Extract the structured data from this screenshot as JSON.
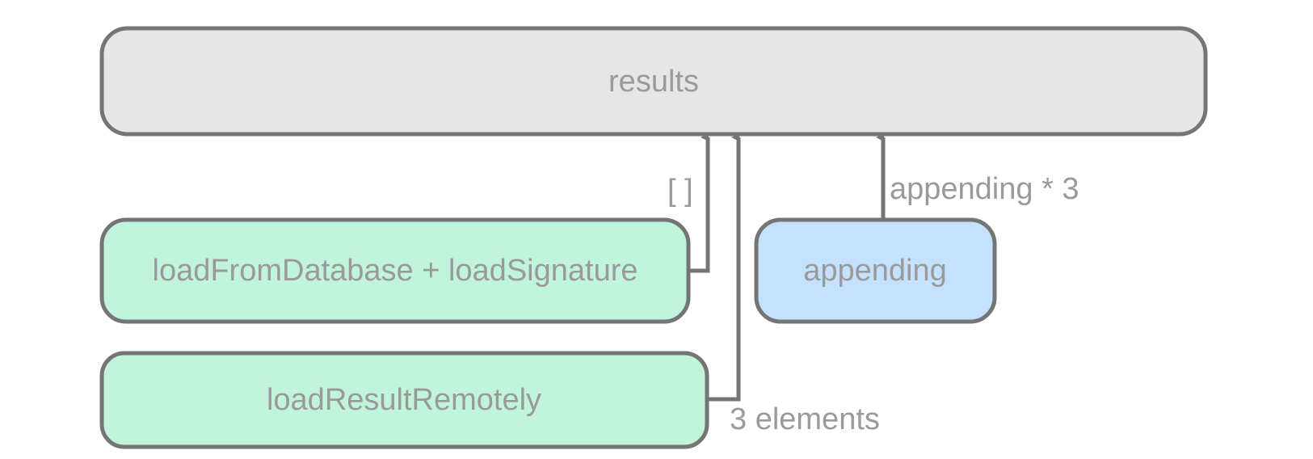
{
  "colors": {
    "stroke": "#757575",
    "text": "#9a9a9a",
    "results_fill": "#e6e6e6",
    "load_fill": "#c0f5dc",
    "append_fill": "#c4e1ff"
  },
  "nodes": {
    "results": {
      "label": "results"
    },
    "load_from_database": {
      "label": "loadFromDatabase + loadSignature"
    },
    "load_result_remotely": {
      "label": "loadResultRemotely"
    },
    "appending": {
      "label": "appending"
    }
  },
  "edges": {
    "database_to_results": {
      "label": "[ ]"
    },
    "remote_to_results": {
      "label": "3 elements"
    },
    "appending_to_results": {
      "label": "appending * 3"
    }
  }
}
